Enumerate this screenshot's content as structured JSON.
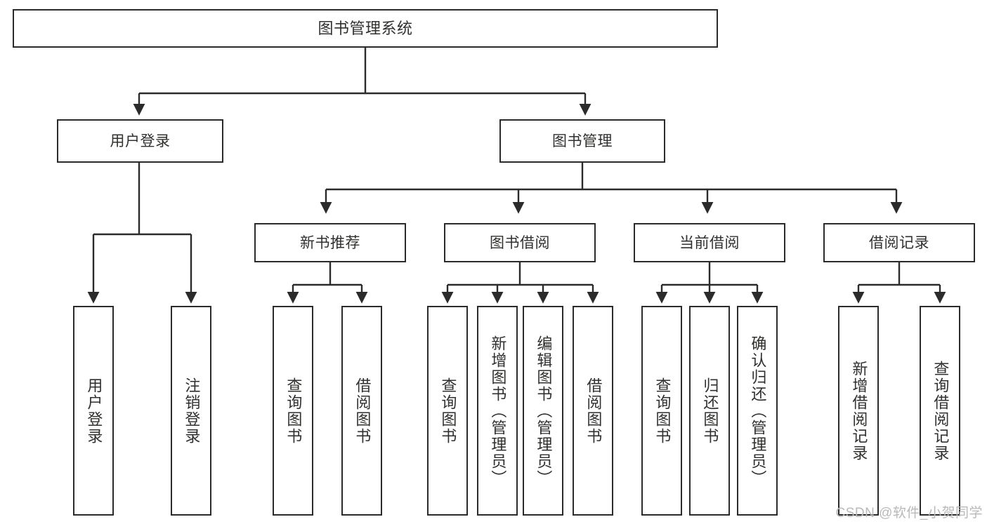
{
  "diagram": {
    "title": "图书管理系统",
    "type": "hierarchy-tree",
    "root": {
      "id": "root",
      "label": "图书管理系统"
    },
    "level2": [
      {
        "id": "user-login",
        "label": "用户登录"
      },
      {
        "id": "book-manage",
        "label": "图书管理"
      }
    ],
    "level3": [
      {
        "id": "new-book-recommend",
        "label": "新书推荐",
        "parent": "book-manage"
      },
      {
        "id": "book-borrow",
        "label": "图书借阅",
        "parent": "book-manage"
      },
      {
        "id": "current-borrow",
        "label": "当前借阅",
        "parent": "book-manage"
      },
      {
        "id": "borrow-record",
        "label": "借阅记录",
        "parent": "book-manage"
      }
    ],
    "leaves": [
      {
        "id": "leaf-user-login",
        "label": "用户登录",
        "parent": "user-login"
      },
      {
        "id": "leaf-user-logout",
        "label": "注销登录",
        "parent": "user-login"
      },
      {
        "id": "leaf-query-book-1",
        "label": "查询图书",
        "parent": "new-book-recommend"
      },
      {
        "id": "leaf-borrow-book-1",
        "label": "借阅图书",
        "parent": "new-book-recommend"
      },
      {
        "id": "leaf-query-book-2",
        "label": "查询图书",
        "parent": "book-borrow"
      },
      {
        "id": "leaf-add-book",
        "label": "新增图书（管理员）",
        "parent": "book-borrow"
      },
      {
        "id": "leaf-edit-book",
        "label": "编辑图书（管理员）",
        "parent": "book-borrow"
      },
      {
        "id": "leaf-borrow-book-2",
        "label": "借阅图书",
        "parent": "book-borrow"
      },
      {
        "id": "leaf-query-book-3",
        "label": "查询图书",
        "parent": "current-borrow"
      },
      {
        "id": "leaf-return-book",
        "label": "归还图书",
        "parent": "current-borrow"
      },
      {
        "id": "leaf-confirm-return",
        "label": "确认归还（管理员）",
        "parent": "current-borrow"
      },
      {
        "id": "leaf-add-record",
        "label": "新增借阅记录",
        "parent": "borrow-record"
      },
      {
        "id": "leaf-query-record",
        "label": "查询借阅记录",
        "parent": "borrow-record"
      }
    ],
    "colors": {
      "stroke": "#2b2b2b",
      "background": "#ffffff",
      "text": "#30302f",
      "watermark": "#b9b9b9"
    }
  },
  "watermark": {
    "text": "CSDN @软件_小贺同学"
  }
}
